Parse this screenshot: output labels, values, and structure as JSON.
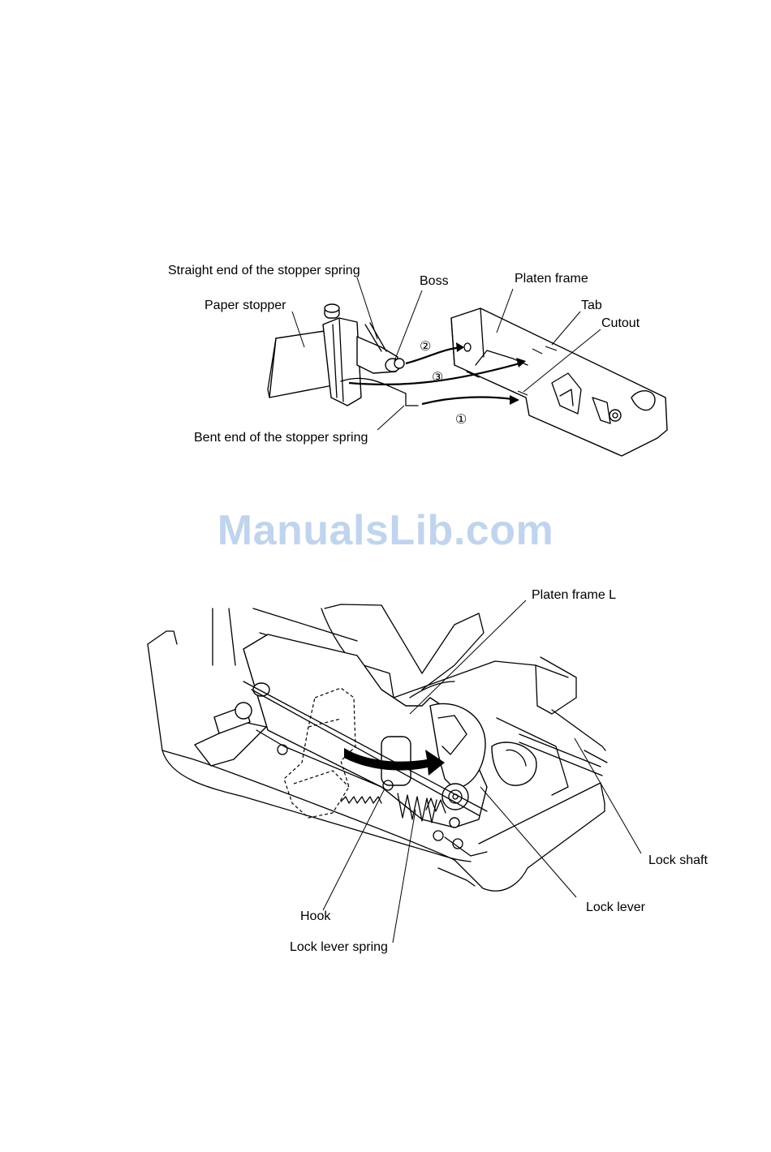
{
  "figure_top": {
    "labels": {
      "straight_end": "Straight end of the stopper spring",
      "boss": "Boss",
      "platen_frame": "Platen frame",
      "paper_stopper": "Paper stopper",
      "tab": "Tab",
      "cutout": "Cutout",
      "bent_end": "Bent end of the stopper spring",
      "step1": "①",
      "step2": "②",
      "step3": "③"
    }
  },
  "watermark": "ManualsLib.com",
  "figure_bottom": {
    "labels": {
      "platen_frame_l": "Platen frame L",
      "lock_shaft": "Lock shaft",
      "lock_lever": "Lock lever",
      "hook": "Hook",
      "lock_lever_spring": "Lock lever spring"
    }
  }
}
